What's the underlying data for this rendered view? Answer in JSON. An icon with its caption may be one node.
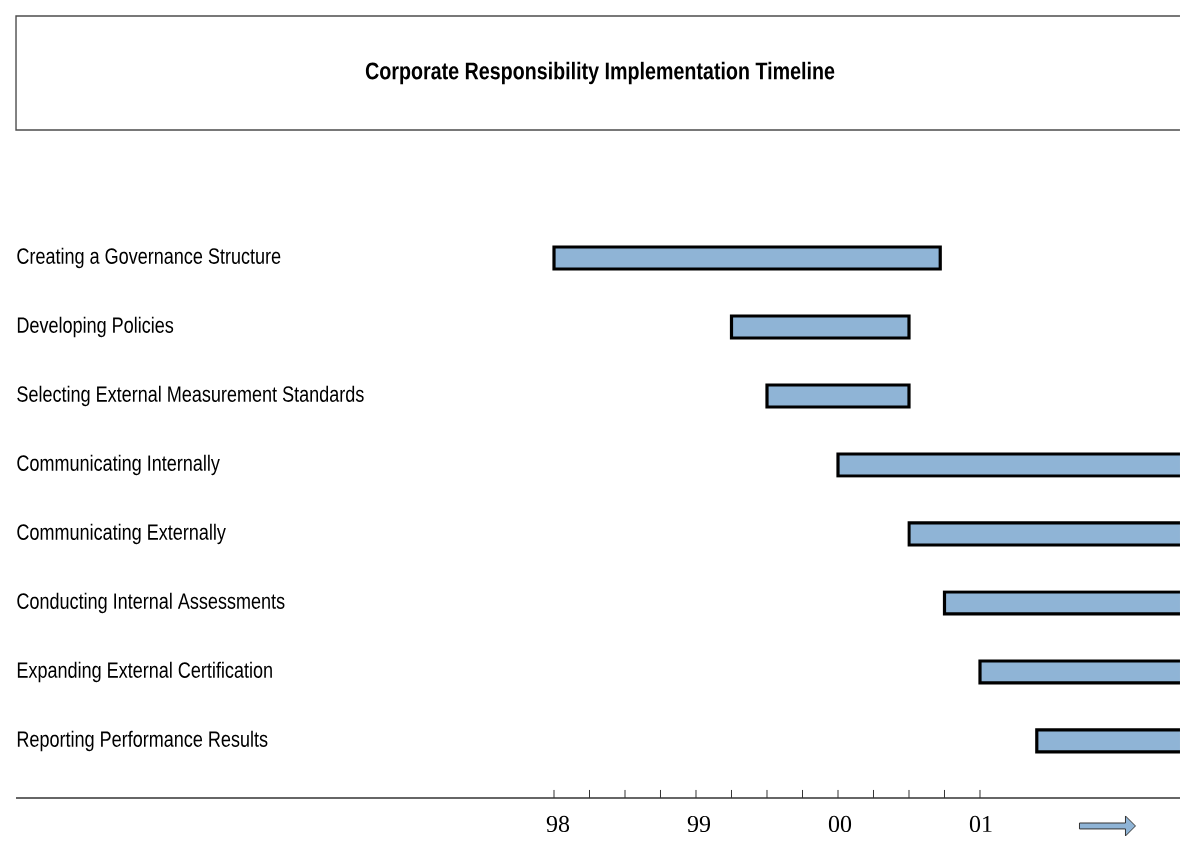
{
  "diagram": {
    "title": "Corporate Responsibility Implementation Timeline",
    "labels": [
      "Creating a Governance Structure",
      "Developing Policies",
      "Selecting External Measurement Standards",
      "Communicating Internally",
      "Communicating Externally",
      "Conducting Internal Assessments",
      "Expanding External Certification",
      "Reporting Performance Results",
      "98",
      "99",
      "00",
      "01"
    ]
  }
}
